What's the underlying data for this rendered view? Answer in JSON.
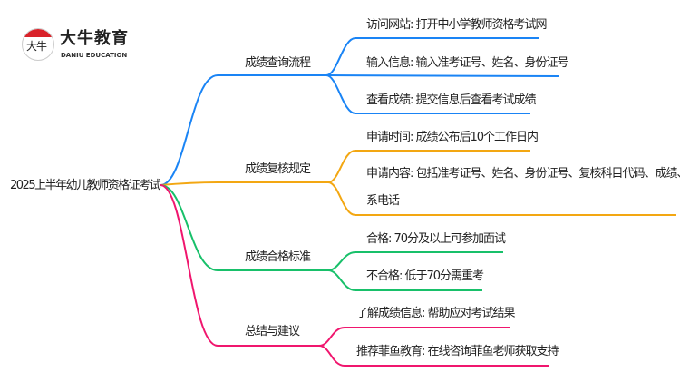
{
  "logo": {
    "glyph": "大牛",
    "name": "大牛教育",
    "subtitle": "DANIU EDUCATION"
  },
  "root": {
    "label": "2025上半年幼儿教师资格证考试"
  },
  "colors": {
    "blue": "#1a84f5",
    "orange": "#f3a712",
    "green": "#18c06a",
    "pink": "#f0166e"
  },
  "branches": [
    {
      "label": "成绩查询流程",
      "leaves": [
        "访问网站: 打开中小学教师资格考试网",
        "输入信息: 输入准考证号、姓名、身份证号",
        "查看成绩: 提交信息后查看考试成绩"
      ]
    },
    {
      "label": "成绩复核规定",
      "leaves": [
        "申请时间: 成绩公布后10个工作日内",
        "申请内容: 包括准考证号、姓名、身份证号、复核科目代码、成绩、联",
        "系电话"
      ]
    },
    {
      "label": "成绩合格标准",
      "leaves": [
        "合格: 70分及以上可参加面试",
        "不合格: 低于70分需重考"
      ]
    },
    {
      "label": "总结与建议",
      "leaves": [
        "了解成绩信息: 帮助应对考试结果",
        "推荐菲鱼教育: 在线咨询菲鱼老师获取支持"
      ]
    }
  ]
}
